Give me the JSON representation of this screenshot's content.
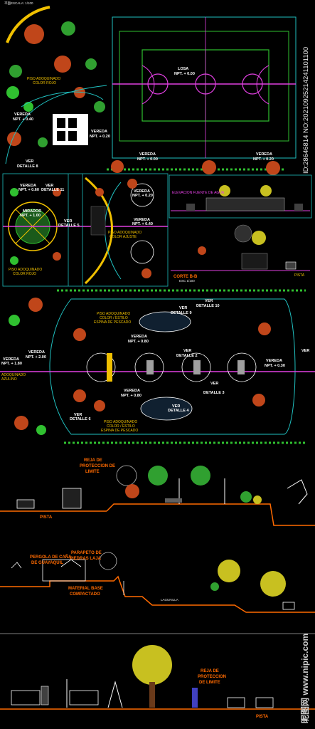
{
  "plan": {
    "labels": {
      "header": "平面ESCALA: 1/100",
      "piso_rojo": [
        "PISO ADOQUINADO",
        "COLOR ROJO"
      ],
      "vereda_1": [
        "VEREDA",
        "NPT. + 0.40"
      ],
      "vereda_2": [
        "VEREDA",
        "NPT. + 0.20"
      ],
      "ver_detalle_8": [
        "VER",
        "DETALLE 8"
      ],
      "losa": [
        "LOSA",
        "NPT. + 0.00"
      ],
      "vereda_3": [
        "VEREDA",
        "NPT. + 0.00"
      ],
      "vereda_4": [
        "VEREDA",
        "NPT. + 0.20"
      ],
      "ver_detalle_11": [
        "VER",
        "DETALLE 11"
      ],
      "ver_detalle_5": [
        "VER",
        "DETALLE 5"
      ],
      "mirador": [
        "MIRADOR",
        "NPT. + 1.00"
      ],
      "piso_color_ajuste": [
        "PISO ADOQUINADO",
        "COLOR AJUSTE"
      ],
      "vereda_small_1": [
        "VEREDA",
        "NPT. + 0.60"
      ],
      "vereda_small_2": [
        "VEREDA",
        "NPT. + 0.40"
      ],
      "vereda_small_3": [
        "VEREDA",
        "NPT. + 0.20"
      ],
      "elevacion": "ELEVACION FUENTE DE AGUA",
      "corte_bb": "CORTE B-B",
      "corte_scale": "ESC 1/100",
      "pista_1": "PISTA",
      "piso_espina_1": [
        "PISO ADOQUINADO",
        "COLOR / ESTILO",
        "ESPINA DE PESCADO"
      ],
      "ver_detalle_9": [
        "VER",
        "DETALLE 9"
      ],
      "ver_detalle_10": [
        "VER",
        "DETALLE 10"
      ],
      "vereda_m1": [
        "VEREDA",
        "NPT. + 0.80"
      ],
      "vereda_m2": [
        "VEREDA",
        "NPT. + 2.00"
      ],
      "vereda_m3": [
        "VEREDA",
        "NPT. + 1.80"
      ],
      "vereda_m4": [
        "VEREDA",
        "NPT. + 0.80"
      ],
      "vereda_m5": [
        "VEREDA",
        "NPT. + 0.30"
      ],
      "ver_detalle_2": [
        "VER",
        "DETALLE 2"
      ],
      "ver_detalle_3": [
        "VER",
        "DETALLE 3"
      ],
      "ver_detalle_4": [
        "VER",
        "DETALLE 4"
      ],
      "ver_detalle_6": [
        "VER",
        "DETALLE 6"
      ],
      "piso_espina_2": [
        "PISO ADOQUINADO",
        "COLOR / ESTILO",
        "ESPINA DE PESCADO"
      ],
      "adoquinado_azul": [
        "ADOQUINADO",
        "AZULINO"
      ],
      "vereda_left": [
        "VEREDA",
        "NPT. + 1.80"
      ],
      "ver_right": [
        "VER"
      ]
    }
  },
  "sections": {
    "reja_1": [
      "REJA DE",
      "PROTECCION DE",
      "LIMITE"
    ],
    "pista_a": "PISTA",
    "pergola": [
      "PERGOLA DE CAÑA",
      "DE GUAYAQUIL"
    ],
    "parapeto": [
      "PARAPETO DE",
      "PIEDRAS LAJA"
    ],
    "material": [
      "MATERIAL BASE",
      "COMPACTADO"
    ],
    "lagunilla": "LAGUNILLA",
    "reja_2": [
      "REJA DE",
      "PROTECCION",
      "DE LIMITE"
    ],
    "pista_b": "PISTA"
  },
  "watermark": "ID:28646814 NO:20210925214241101100",
  "site_mark": "昵图网 www.nipic.com",
  "colors": {
    "magenta": "#e040e0",
    "green": "#30c030",
    "cyan": "#20c0c0",
    "orange": "#ff6a00",
    "yellow": "#f0c000"
  }
}
